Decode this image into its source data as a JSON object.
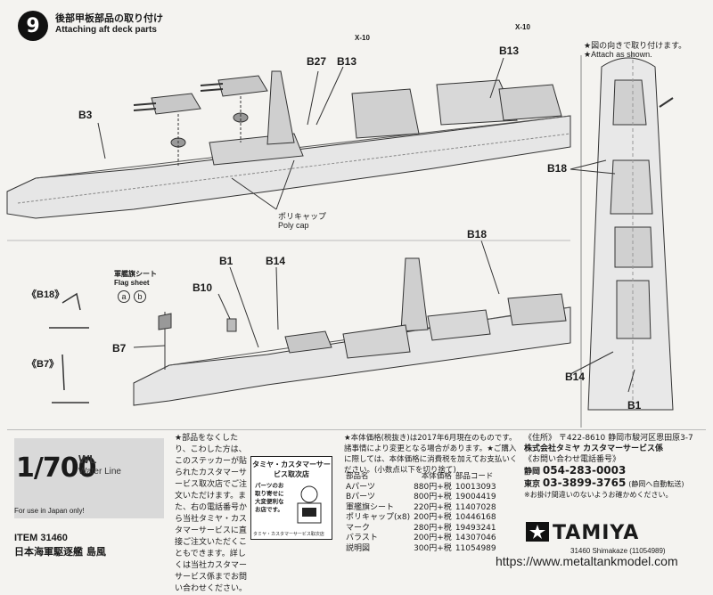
{
  "step": {
    "number": "9",
    "title_jp": "後部甲板部品の取り付け",
    "title_en": "Attaching aft deck parts"
  },
  "top_view_note": {
    "jp": "★図の向きで取り付けます。",
    "en": "★Attach as shown."
  },
  "labels": {
    "x10_a": "X-10",
    "x10_b": "X-10",
    "b27": "B27",
    "b13_a": "B13",
    "b13_b": "B13",
    "b3": "B3",
    "b18_top": "B18",
    "b18_mid": "B18",
    "b18_ref": "《B18》",
    "b7_ref": "《B7》",
    "b1_mid": "B1",
    "b14_mid": "B14",
    "b10": "B10",
    "b7": "B7",
    "b14_right": "B14",
    "b1_right": "B1",
    "polycap_jp": "ポリキャップ",
    "polycap_en": "Poly cap",
    "flag_jp": "軍艦旗シート",
    "flag_en": "Flag sheet",
    "flag_a": "a",
    "flag_b": "b"
  },
  "scale": {
    "ratio": "1/700",
    "code": "WL",
    "name": "Water Line",
    "japan_only": "For use in Japan only!"
  },
  "item": {
    "number": "ITEM 31460",
    "name_jp": "日本海軍駆逐艦 島風"
  },
  "notice": {
    "text": "★部品をなくしたり、こわした方は、このステッカーが貼られたカスタマーサービス取次店でご注文いただけます。また、右の電話番号から当社タミヤ・カスタマーサービスに直接ご注文いただくこともできます。詳しくは当社カスタマーサービス係までお問い合わせください。"
  },
  "store_badge": {
    "title": "タミヤ・カスタマーサービス取次店",
    "text": "パーツのお取り寄せに大変便利なお店です。",
    "foot": "タミヤ・カスタマーサービス取次店"
  },
  "prices": {
    "note": "★本体価格(税抜き)は2017年6月現在のものです。諸事情により変更となる場合があります。★ご購入に際しては、本体価格に消費税を加えてお支払いください。(小数点以下を切り捨て)",
    "headers": [
      "部品名",
      "本体価格",
      "部品コード"
    ],
    "rows": [
      [
        "Aパーツ",
        "880円+税",
        "10013093"
      ],
      [
        "Bパーツ",
        "800円+税",
        "19004419"
      ],
      [
        "軍艦旗シート",
        "220円+税",
        "11407028"
      ],
      [
        "ポリキャップ(x8)",
        "200円+税",
        "10446168"
      ],
      [
        "マーク",
        "280円+税",
        "19493241"
      ],
      [
        "バラスト",
        "200円+税",
        "14307046"
      ],
      [
        "説明図",
        "300円+税",
        "11054989"
      ]
    ]
  },
  "contact": {
    "address_label": "《住所》",
    "address": "〒422-8610 静岡市駿河区恩田原3-7",
    "company": "株式会社タミヤ カスタマーサービス係",
    "phone_label": "《お問い合わせ電話番号》",
    "shizuoka_label": "静岡",
    "shizuoka_phone": "054-283-0003",
    "tokyo_label": "東京",
    "tokyo_phone": "03-3899-3765",
    "tokyo_note": "(静岡へ自動転送)",
    "caution": "※お掛け間違いのないようお確かめください。"
  },
  "brand": {
    "logo": "TAMIYA",
    "code": "31460 Shimakaze (11054989)"
  },
  "watermark": "https://www.metaltankmodel.com"
}
